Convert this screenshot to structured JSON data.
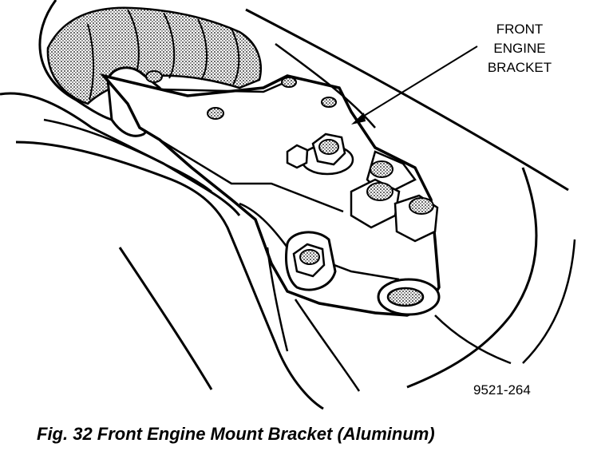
{
  "callout": {
    "line1": "FRONT",
    "line2": "ENGINE",
    "line3": "BRACKET"
  },
  "figure_number": "9521-264",
  "caption": "Fig. 32 Front Engine Mount Bracket (Aluminum)"
}
